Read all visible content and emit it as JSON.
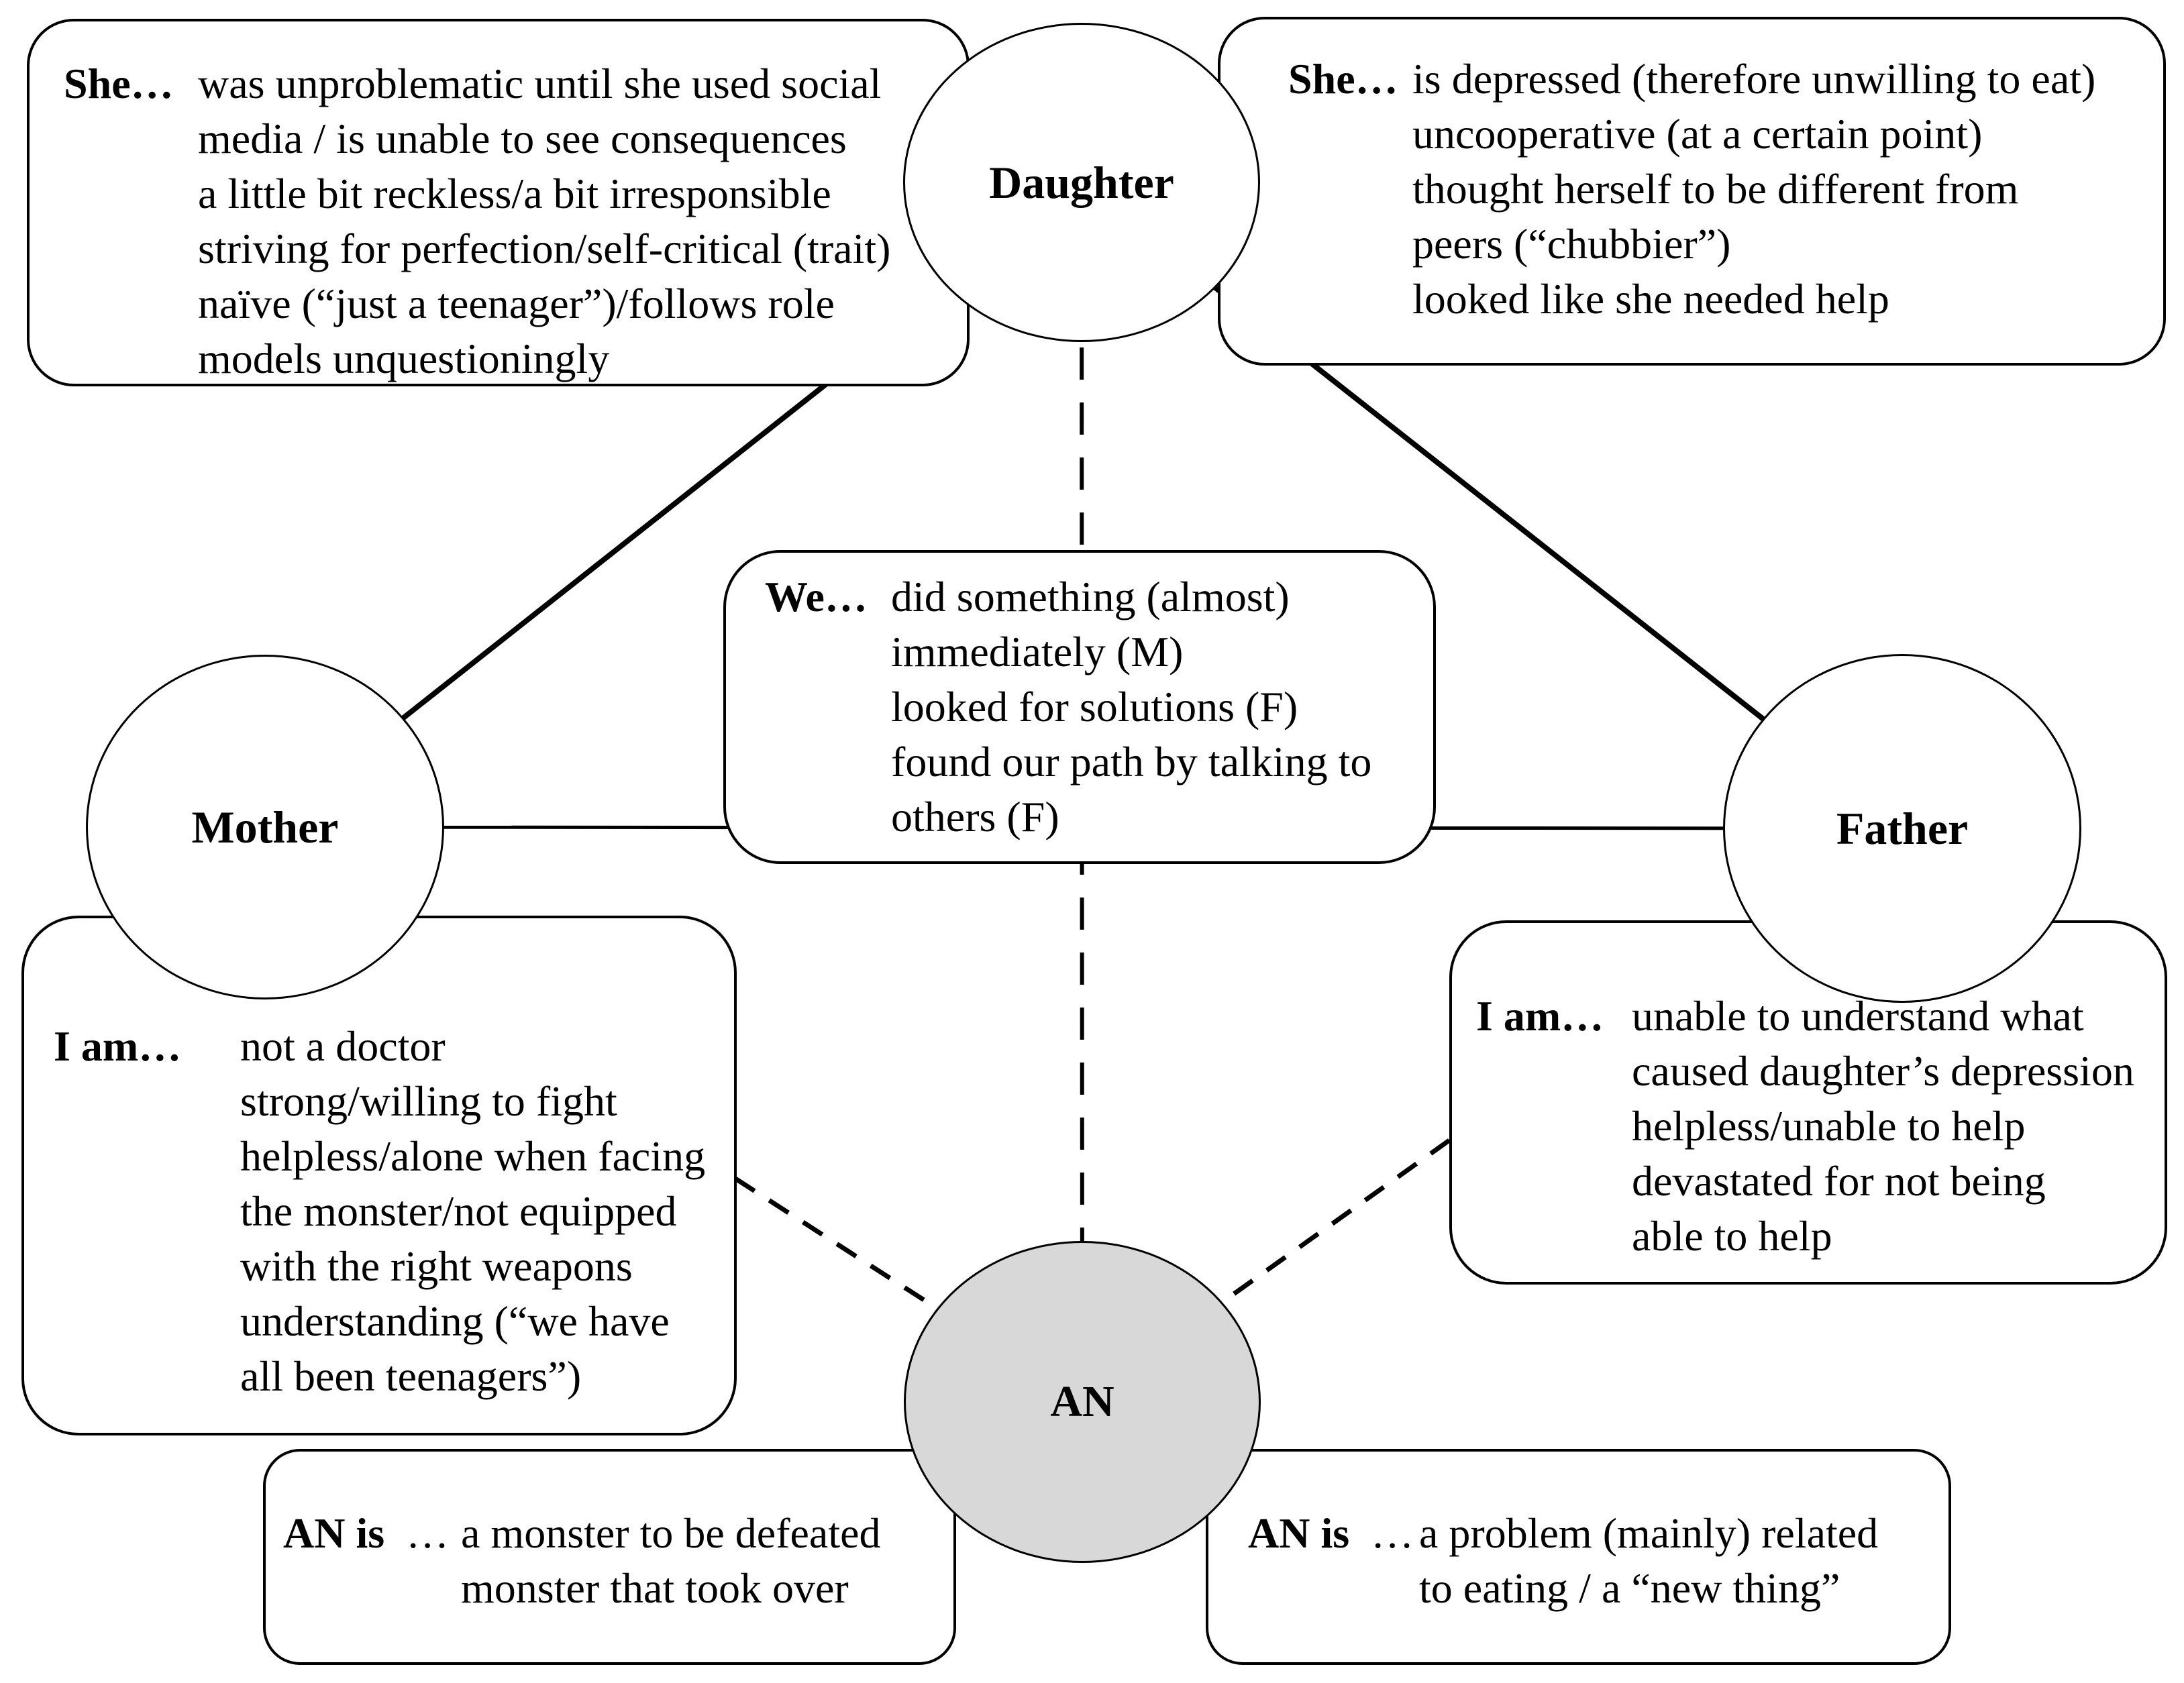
{
  "figure": {
    "title": "Family and AN relational diagram",
    "type": "concept-map"
  },
  "colors": {
    "background": "#ffffff",
    "stroke": "#000000",
    "an_fill": "#d8d8d8"
  },
  "nodes": {
    "daughter": {
      "label": "Daughter"
    },
    "mother": {
      "label": "Mother"
    },
    "father": {
      "label": "Father"
    },
    "an": {
      "label": "AN"
    }
  },
  "boxes": {
    "she_left": {
      "label": "She…",
      "text": "was unproblematic until she used social\nmedia / is unable to see consequences\na little bit reckless/a bit irresponsible\nstriving for perfection/self-critical (trait)\nnaïve (“just a teenager”)/follows role\nmodels unquestioningly"
    },
    "she_right": {
      "label": "She…",
      "text": "is depressed (therefore unwilling to eat)\nuncooperative (at a certain point)\nthought herself to be different from\npeers (“chubbier”)\nlooked like she needed help"
    },
    "we": {
      "label": "We…",
      "text": "did something (almost)\nimmediately (M)\nlooked for solutions (F)\nfound our path by talking to\nothers (F)"
    },
    "mother_i_am": {
      "label": "I am…",
      "text": "not a doctor\nstrong/willing to fight\nhelpless/alone when facing\nthe monster/not equipped\nwith the right weapons\nunderstanding (“we have\nall been teenagers”)"
    },
    "father_i_am": {
      "label": "I am…",
      "text": "unable to understand what\ncaused daughter’s depression\nhelpless/unable to help\ndevastated for not being\nable to help"
    },
    "an_is_left": {
      "label": "AN is",
      "suffix": "…",
      "text": "a monster to be defeated\nmonster that took over"
    },
    "an_is_right": {
      "label": "AN is",
      "suffix": "…",
      "text": "a problem (mainly) related\nto eating / a “new thing”"
    }
  }
}
